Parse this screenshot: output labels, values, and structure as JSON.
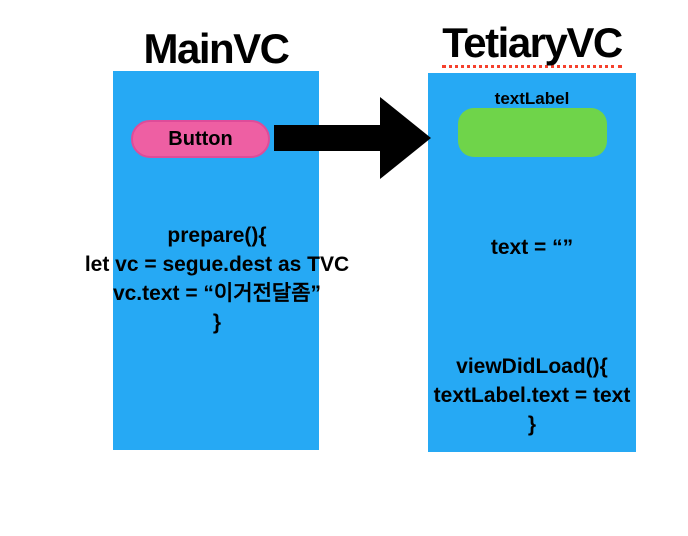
{
  "colors": {
    "background": "#ffffff",
    "text": "#000000",
    "blue": "#26a9f4",
    "green": "#6fd44a",
    "pink": "#ee5fa3",
    "pink_border": "#de4c99",
    "arrow": "#000000",
    "squiggle_red": "#f5402c"
  },
  "icons": {
    "segue_arrow": "right-arrow"
  },
  "main_vc": {
    "title": "MainVC",
    "button_label": "Button",
    "code_lines": [
      "prepare(){",
      "let vc = segue.dest as TVC",
      "vc.text = “이거전달좀”",
      "}"
    ]
  },
  "tetiary_vc": {
    "title": "TetiaryVC",
    "label_caption": "textLabel",
    "property_line": "text = “”",
    "code_lines": [
      "viewDidLoad(){",
      "textLabel.text = text",
      "}"
    ]
  }
}
